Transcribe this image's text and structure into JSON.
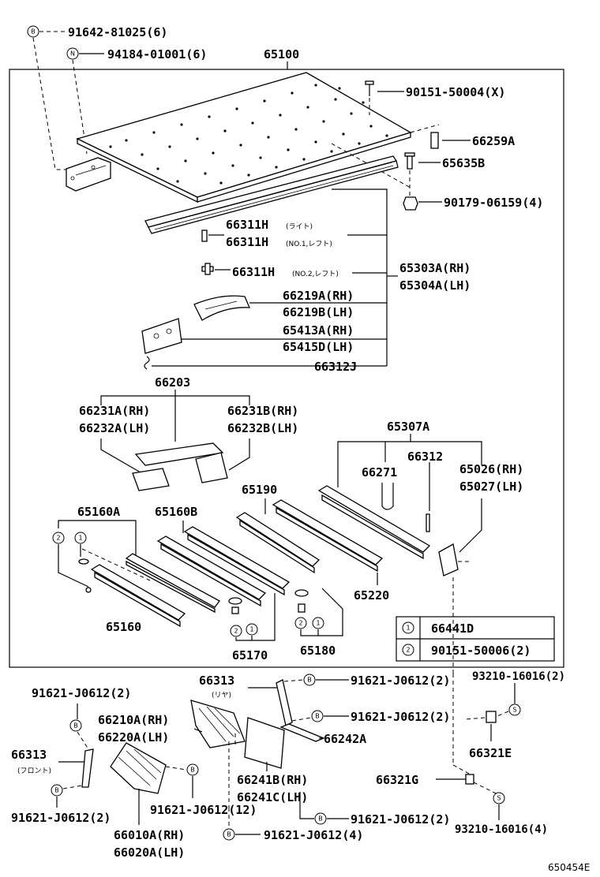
{
  "part_numbers": {
    "p91642": "91642-81025(6)",
    "p94184": "94184-01001(6)",
    "p65100": "65100",
    "p90151x": "90151-50004(X)",
    "p66259a": "66259A",
    "p65635b": "65635B",
    "p90179": "90179-06159(4)",
    "p66311h_a": "66311H",
    "p66311h_b": "66311H",
    "p66311h_c": "66311H",
    "p65303a": "65303A(RH)",
    "p65304a": "65304A(LH)",
    "p66219a": "66219A(RH)",
    "p66219b": "66219B(LH)",
    "p65413a": "65413A(RH)",
    "p65415d": "65415D(LH)",
    "p66312j": "66312J",
    "p66203": "66203",
    "p66231a": "66231A(RH)",
    "p66232a": "66232A(LH)",
    "p66231b": "66231B(RH)",
    "p66232b": "66232B(LH)",
    "p65307a": "65307A",
    "p66271": "66271",
    "p66312": "66312",
    "p65026": "65026(RH)",
    "p65027": "65027(LH)",
    "p65160a": "65160A",
    "p65160b": "65160B",
    "p65190": "65190",
    "p65220": "65220",
    "p65160": "65160",
    "p65170": "65170",
    "p65180": "65180",
    "p66313r": "66313",
    "p91621_r1": "91621-J0612(2)",
    "p93210_1": "93210-16016(2)",
    "p91621_l1": "91621-J0612(2)",
    "p91621_r2": "91621-J0612(2)",
    "p66210a": "66210A(RH)",
    "p66220a": "66220A(LH)",
    "p66242a": "66242A",
    "p66321e": "66321E",
    "p66313f": "66313",
    "p66241b": "66241B(RH)",
    "p66241c": "66241C(LH)",
    "p66321g": "66321G",
    "p91621_l2": "91621-J0612(2)",
    "p91621_12": "91621-J0612(12)",
    "p91621_r3": "91621-J0612(2)",
    "p93210_2": "93210-16016(4)",
    "p66010a": "66010A(RH)",
    "p66020a": "66020A(LH)",
    "p91621_4": "91621-J0612(4)"
  },
  "notes": {
    "light": "(ライト)",
    "no1_left": "(NO.1,レフト)",
    "no2_left": "(NO.2,レフト)",
    "rear": "(リヤ)",
    "front": "(フロント)"
  },
  "symbols": {
    "B": "B",
    "N": "N",
    "S": "S",
    "one": "1",
    "two": "2"
  },
  "legend": {
    "rows": [
      {
        "mark": "1",
        "part": "66441D"
      },
      {
        "mark": "2",
        "part": "90151-50006(2)"
      }
    ]
  },
  "diagram_id": "650454E"
}
